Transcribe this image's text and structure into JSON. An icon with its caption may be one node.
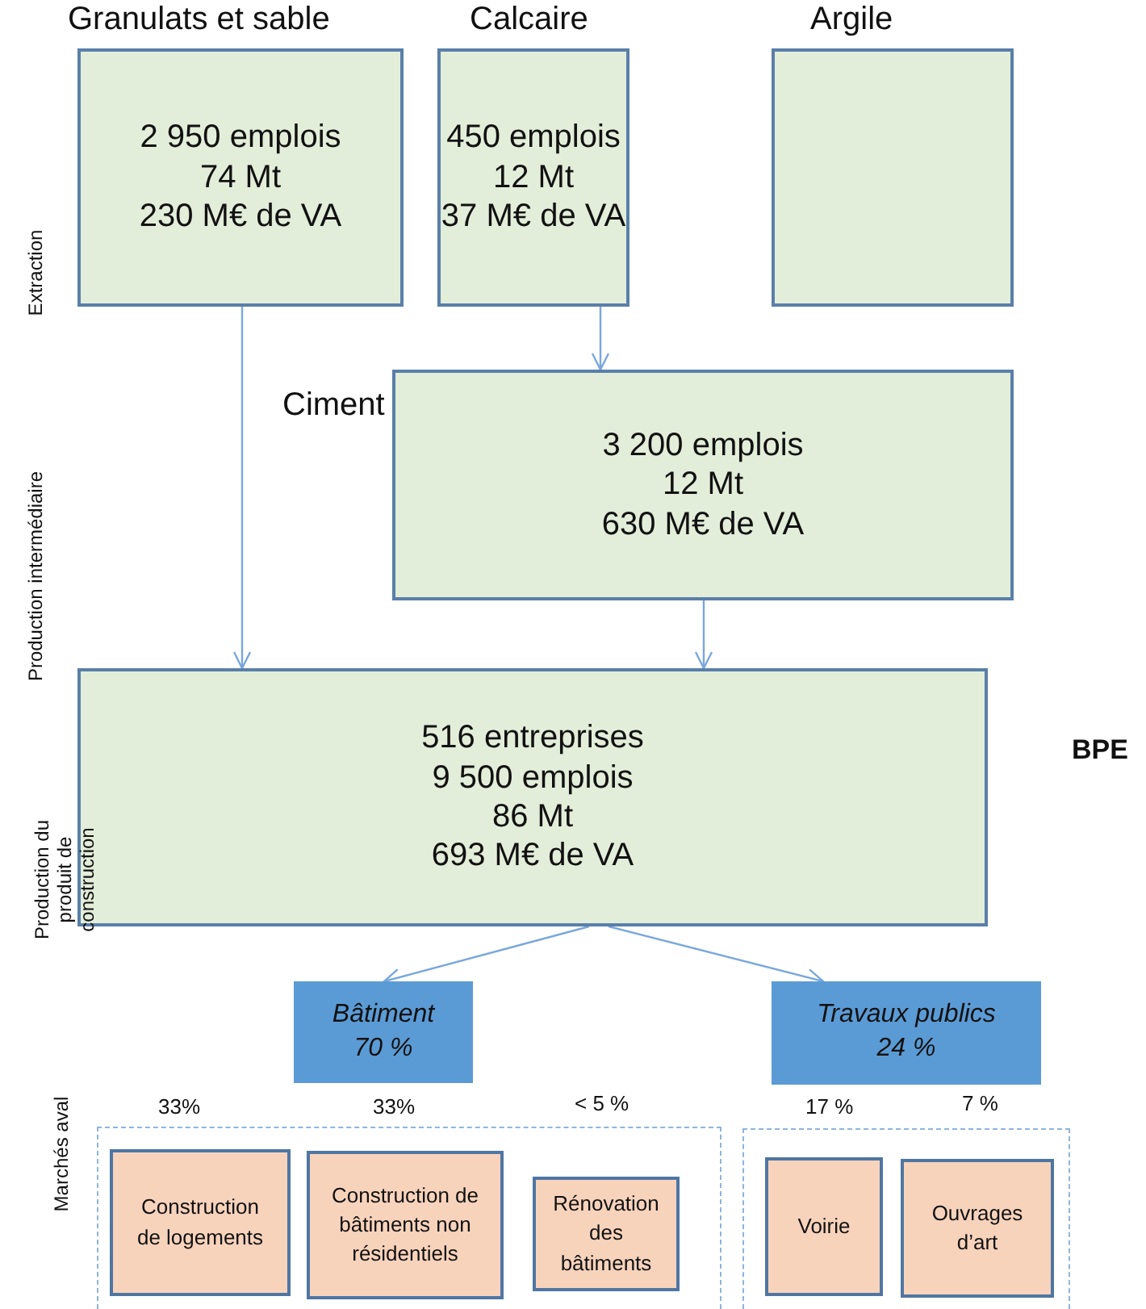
{
  "diagram": {
    "nodes": [
      {
        "text": [
          "Granulats et sable",
          "2 950 emplois",
          "74 Mt",
          "230 M€ de VA"
        ]
      },
      {
        "text": [
          "Calcaire",
          "450 emplois",
          "12 Mt",
          "37 M€ de VA"
        ]
      },
      {
        "text": [
          "Argile"
        ]
      },
      {
        "text": [
          "Ciment",
          "3 200 emplois",
          "12 Mt",
          "630 M€ de VA"
        ]
      },
      {
        "text": [
          "516 entreprises",
          "9 500 emplois",
          "86 Mt",
          "693 M€ de VA"
        ]
      },
      {
        "text": [
          "Bâtiment",
          "70 %"
        ]
      },
      {
        "text": [
          "Travaux publics",
          "24 %"
        ]
      },
      {
        "text": [],
        "shape": "box"
      },
      {
        "text": [
          "Construction de logements"
        ],
        "in": 7
      },
      {
        "text": [
          "Construction de bâtiments non résidentiels"
        ],
        "in": 7
      },
      {
        "text": [
          "Rénovation des bâtiments"
        ],
        "in": 7
      },
      {
        "text": [],
        "shape": "box"
      },
      {
        "text": [
          "Voirie"
        ],
        "in": 11
      },
      {
        "text": [
          "Ouvrages d’art"
        ],
        "in": 11
      }
    ],
    "edges": [
      {
        "from": 0,
        "to": 4,
        "arrow": "to"
      },
      {
        "from": 1,
        "to": 3,
        "arrow": "to"
      },
      {
        "from": 3,
        "to": 4,
        "arrow": "to"
      },
      {
        "from": 4,
        "to": 5,
        "arrow": "to"
      },
      {
        "from": 4,
        "to": 6,
        "arrow": "to"
      }
    ],
    "labels": [
      "Extraction",
      "Production intermédiaire",
      "Production du produit de construction",
      "BPE",
      "Marchés aval",
      "33%",
      "33%",
      "< 5 %",
      "17 %",
      "7 %"
    ]
  }
}
